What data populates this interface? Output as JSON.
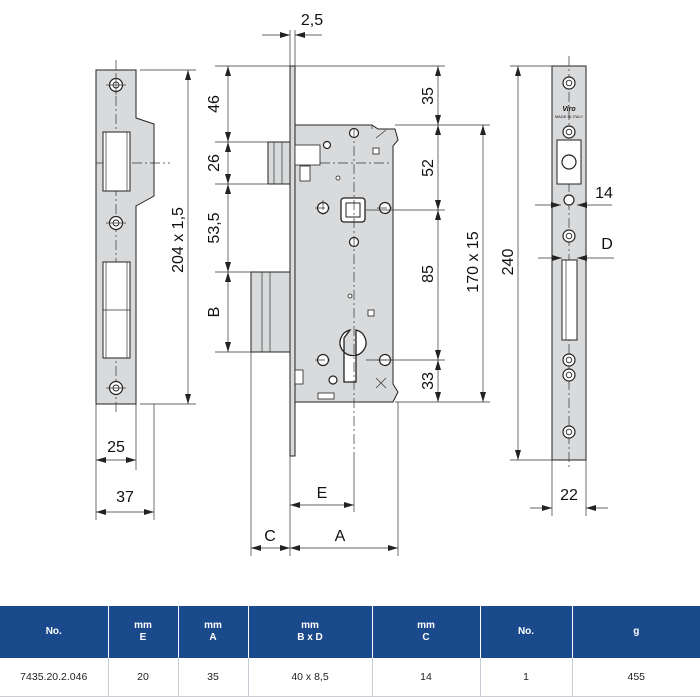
{
  "drawing": {
    "dimensions": {
      "thickness": "2,5",
      "top_offset": "46",
      "latch_height": "26",
      "latch_to_key": "53,5",
      "bolt_b": "B",
      "plate_length": "204 x 1,5",
      "upper_35": "35",
      "upper_52": "52",
      "mid_85": "85",
      "lower_33": "33",
      "body_170": "170 x 15",
      "total_240": "240",
      "strike_14": "14",
      "strike_d": "D",
      "plate_25": "25",
      "plate_37": "37",
      "strike_22": "22",
      "dim_e": "E",
      "dim_c": "C",
      "dim_a": "A"
    },
    "brand": {
      "logo": "Viro",
      "origin": "MADE IN ITALY"
    }
  },
  "table": {
    "headers": [
      {
        "unit": "",
        "name": "No."
      },
      {
        "unit": "mm",
        "name": "E"
      },
      {
        "unit": "mm",
        "name": "A"
      },
      {
        "unit": "mm",
        "name": "B x D"
      },
      {
        "unit": "mm",
        "name": "C"
      },
      {
        "unit": "",
        "name": "No."
      },
      {
        "unit": "",
        "name": "g"
      }
    ],
    "rows": [
      [
        "7435.20.2.046",
        "20",
        "35",
        "40 x 8,5",
        "14",
        "1",
        "455"
      ]
    ]
  }
}
